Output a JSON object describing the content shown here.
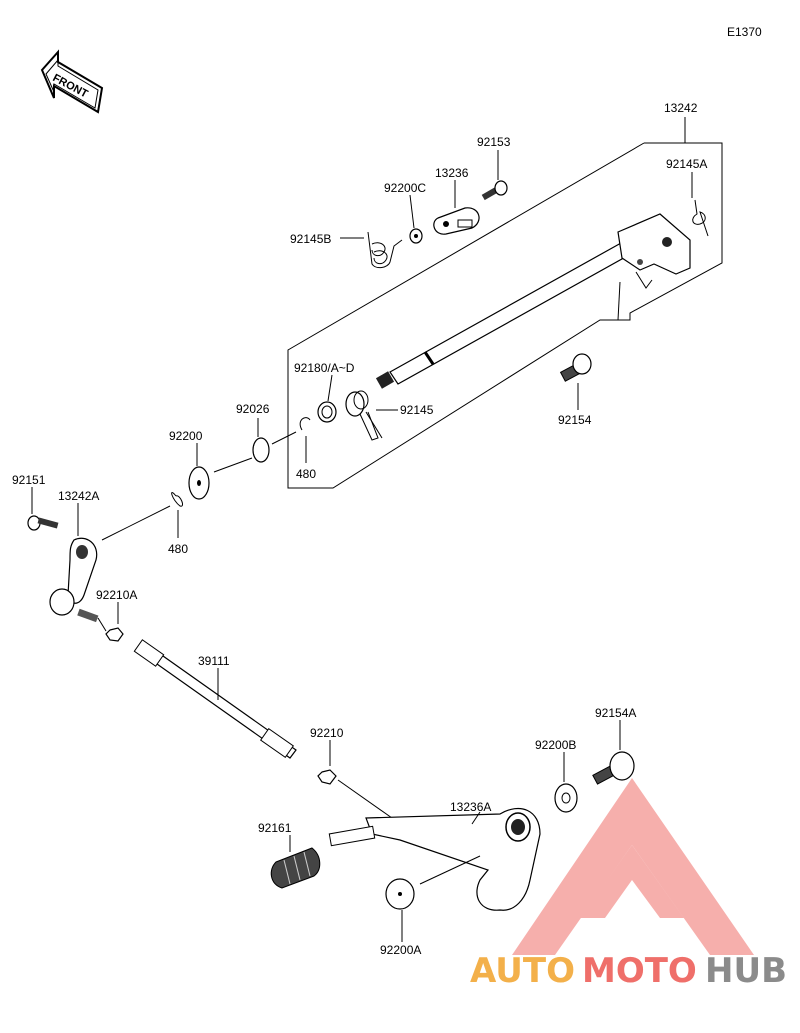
{
  "diagram": {
    "code": "E1370",
    "front_label": "FRONT",
    "parts": {
      "p13242": "13242",
      "p92153": "92153",
      "p92145A": "92145A",
      "p13236": "13236",
      "p92200C": "92200C",
      "p92145B": "92145B",
      "p92180": "92180/A~D",
      "p92145": "92145",
      "p92154": "92154",
      "p92026": "92026",
      "p480a": "480",
      "p92200": "92200",
      "p92151": "92151",
      "p13242A": "13242A",
      "p480b": "480",
      "p92210A": "92210A",
      "p39111": "39111",
      "p92210": "92210",
      "p92154A": "92154A",
      "p92200B": "92200B",
      "p13236A": "13236A",
      "p92161": "92161",
      "p92200A": "92200A"
    }
  },
  "watermark": {
    "part1": "AUTO",
    "part2": "MOTO",
    "part3": "HUB",
    "color_orange": "#f3b04a",
    "color_red": "#ef6f6a",
    "color_gray": "#8b8b8b"
  }
}
